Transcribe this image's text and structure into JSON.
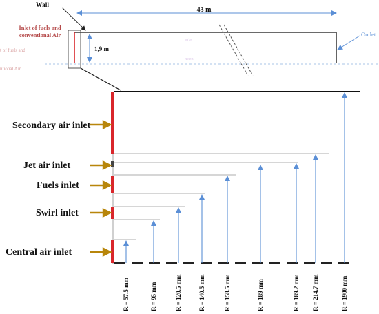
{
  "labels": {
    "wall": "Wall",
    "length": "43 m",
    "inlet_line1": "Inlet of fuels and",
    "inlet_line2": "conventional Air",
    "height": "1,9 m",
    "outlet": "Outlet",
    "faded_left1": "t of fuels and",
    "faded_left2": "ntional Air",
    "faded_mid1": "Inle",
    "faded_mid2": "nven"
  },
  "inlets": [
    {
      "label": "Secondary air inlet"
    },
    {
      "label": "Jet air inlet"
    },
    {
      "label": "Fuels inlet"
    },
    {
      "label": "Swirl inlet"
    },
    {
      "label": "Central air inlet"
    }
  ],
  "radii": [
    {
      "label": "R = 57.5 mm"
    },
    {
      "label": "R = 95 mm"
    },
    {
      "label": "R = 120.5 mm"
    },
    {
      "label": "R = 140.5 mm"
    },
    {
      "label": "R = 158.5 mm"
    },
    {
      "label": "R = 189 mm"
    },
    {
      "label": "R = 189.2 mm"
    },
    {
      "label": "R = 214.7 mm"
    },
    {
      "label": "R = 1900 mm"
    }
  ],
  "colors": {
    "blue": "#5b8fd6",
    "red": "#d9262b",
    "gold": "#b8860b",
    "gray": "#c8c8c8",
    "black": "#111111"
  }
}
